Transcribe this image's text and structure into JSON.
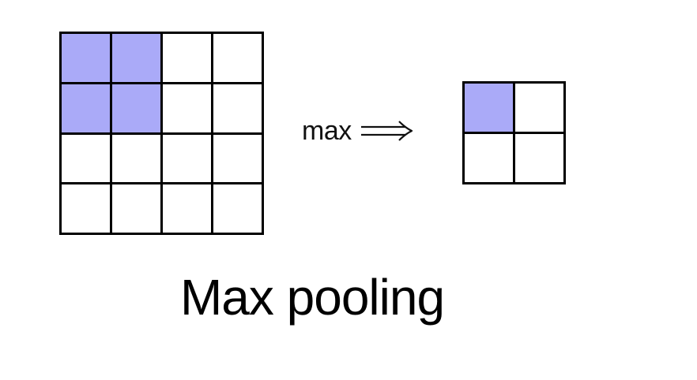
{
  "input_grid": {
    "rows": 4,
    "cols": 4,
    "highlighted": [
      [
        0,
        0
      ],
      [
        0,
        1
      ],
      [
        1,
        0
      ],
      [
        1,
        1
      ]
    ]
  },
  "output_grid": {
    "rows": 2,
    "cols": 2,
    "highlighted": [
      [
        0,
        0
      ]
    ]
  },
  "operation_label": "max",
  "arrow_icon": "double-right-arrow-icon",
  "caption": "Max pooling",
  "colors": {
    "highlight": "#aaaaf8",
    "cell": "#ffffff",
    "grid_line": "#000000"
  }
}
